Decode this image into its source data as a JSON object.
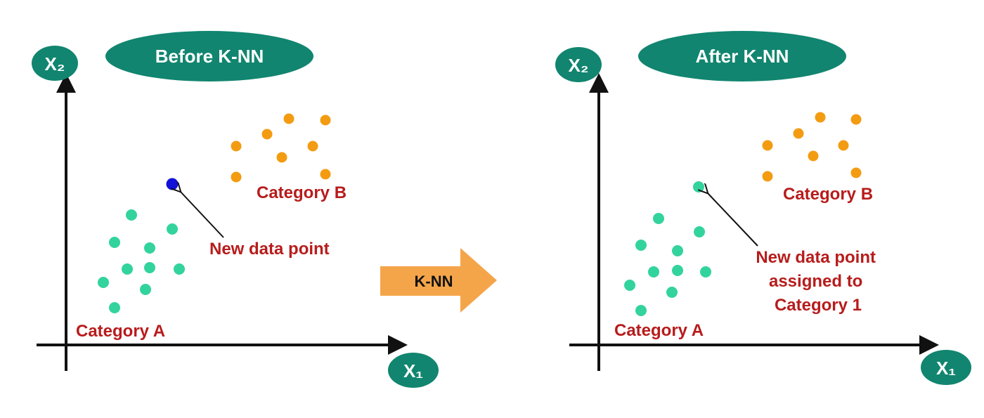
{
  "colors": {
    "teal": "#11856f",
    "category_a": "#33d39e",
    "category_b": "#f39c12",
    "new_point": "#1212d8",
    "label_red": "#b71c1c",
    "arrow_orange": "#f4a54a",
    "axis": "#111111"
  },
  "center_arrow": {
    "label": "K-NN"
  },
  "panels": [
    {
      "title": "Before K-NN",
      "x_axis_label": "X₁",
      "y_axis_label": "X₂",
      "category_a_label": "Category A",
      "category_b_label": "Category B",
      "new_point_label": [
        "New data point"
      ],
      "new_point_assigned": false
    },
    {
      "title": "After K-NN",
      "x_axis_label": "X₁",
      "y_axis_label": "X₂",
      "category_a_label": "Category A",
      "category_b_label": "Category B",
      "new_point_label": [
        "New data point",
        "assigned to",
        "Category 1"
      ],
      "new_point_assigned": true
    }
  ]
}
